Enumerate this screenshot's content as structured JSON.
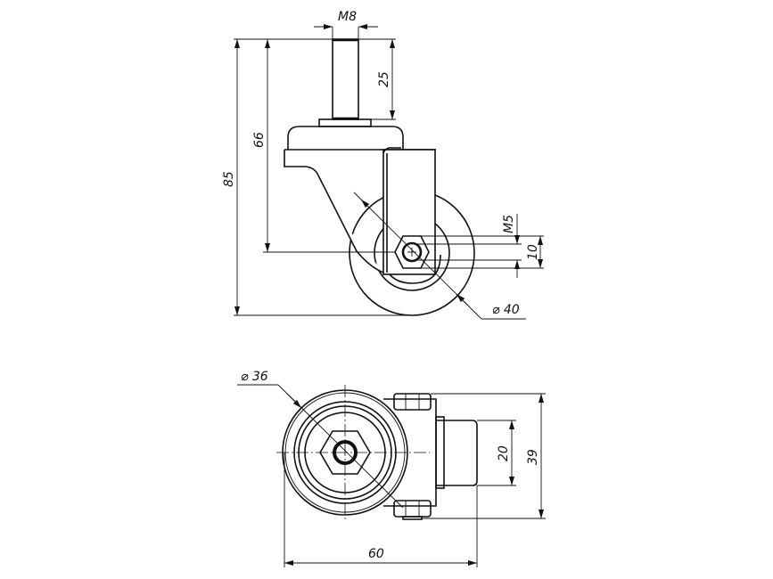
{
  "title": "Swivel caster technical drawing",
  "side_view": {
    "dimensions": {
      "stem_thread": "M8",
      "stem_length": "25",
      "mount_height": "66",
      "total_height": "85",
      "axle_thread": "M5",
      "axle_offset": "10",
      "wheel_diameter": "⌀ 40"
    }
  },
  "top_view": {
    "dimensions": {
      "wheel_diameter": "⌀ 36",
      "bracket_width": "20",
      "overall_width": "39",
      "overall_length": "60"
    }
  }
}
